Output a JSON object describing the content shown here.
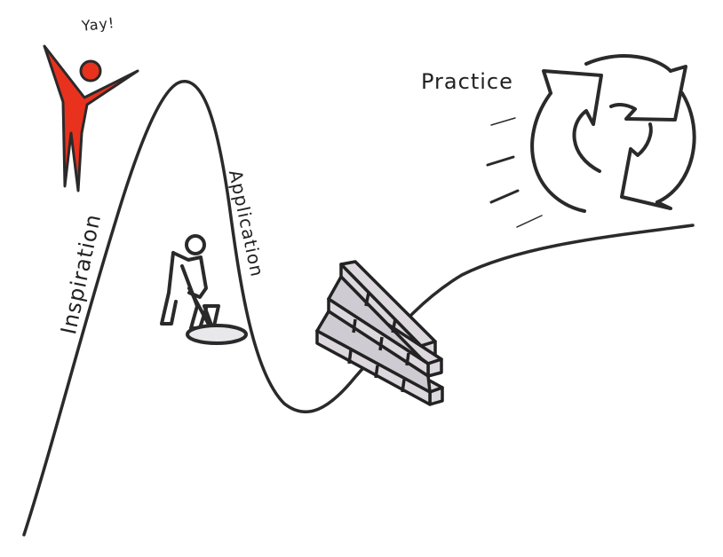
{
  "diagram": {
    "title": "",
    "stages": [
      {
        "id": "inspiration",
        "label": "Inspiration"
      },
      {
        "id": "application",
        "label": "Application"
      },
      {
        "id": "practice",
        "label": "Practice"
      }
    ],
    "exclamation": "Yay!",
    "colors": {
      "ink": "#2a2a2a",
      "figure_red": "#e8321e",
      "brick_fill": "#d9d6dc",
      "background": "#ffffff"
    },
    "elements": [
      {
        "name": "celebrating-figure",
        "color": "red"
      },
      {
        "name": "digging-figure"
      },
      {
        "name": "brick-wall"
      },
      {
        "name": "cycle-arrows-icon"
      }
    ]
  }
}
